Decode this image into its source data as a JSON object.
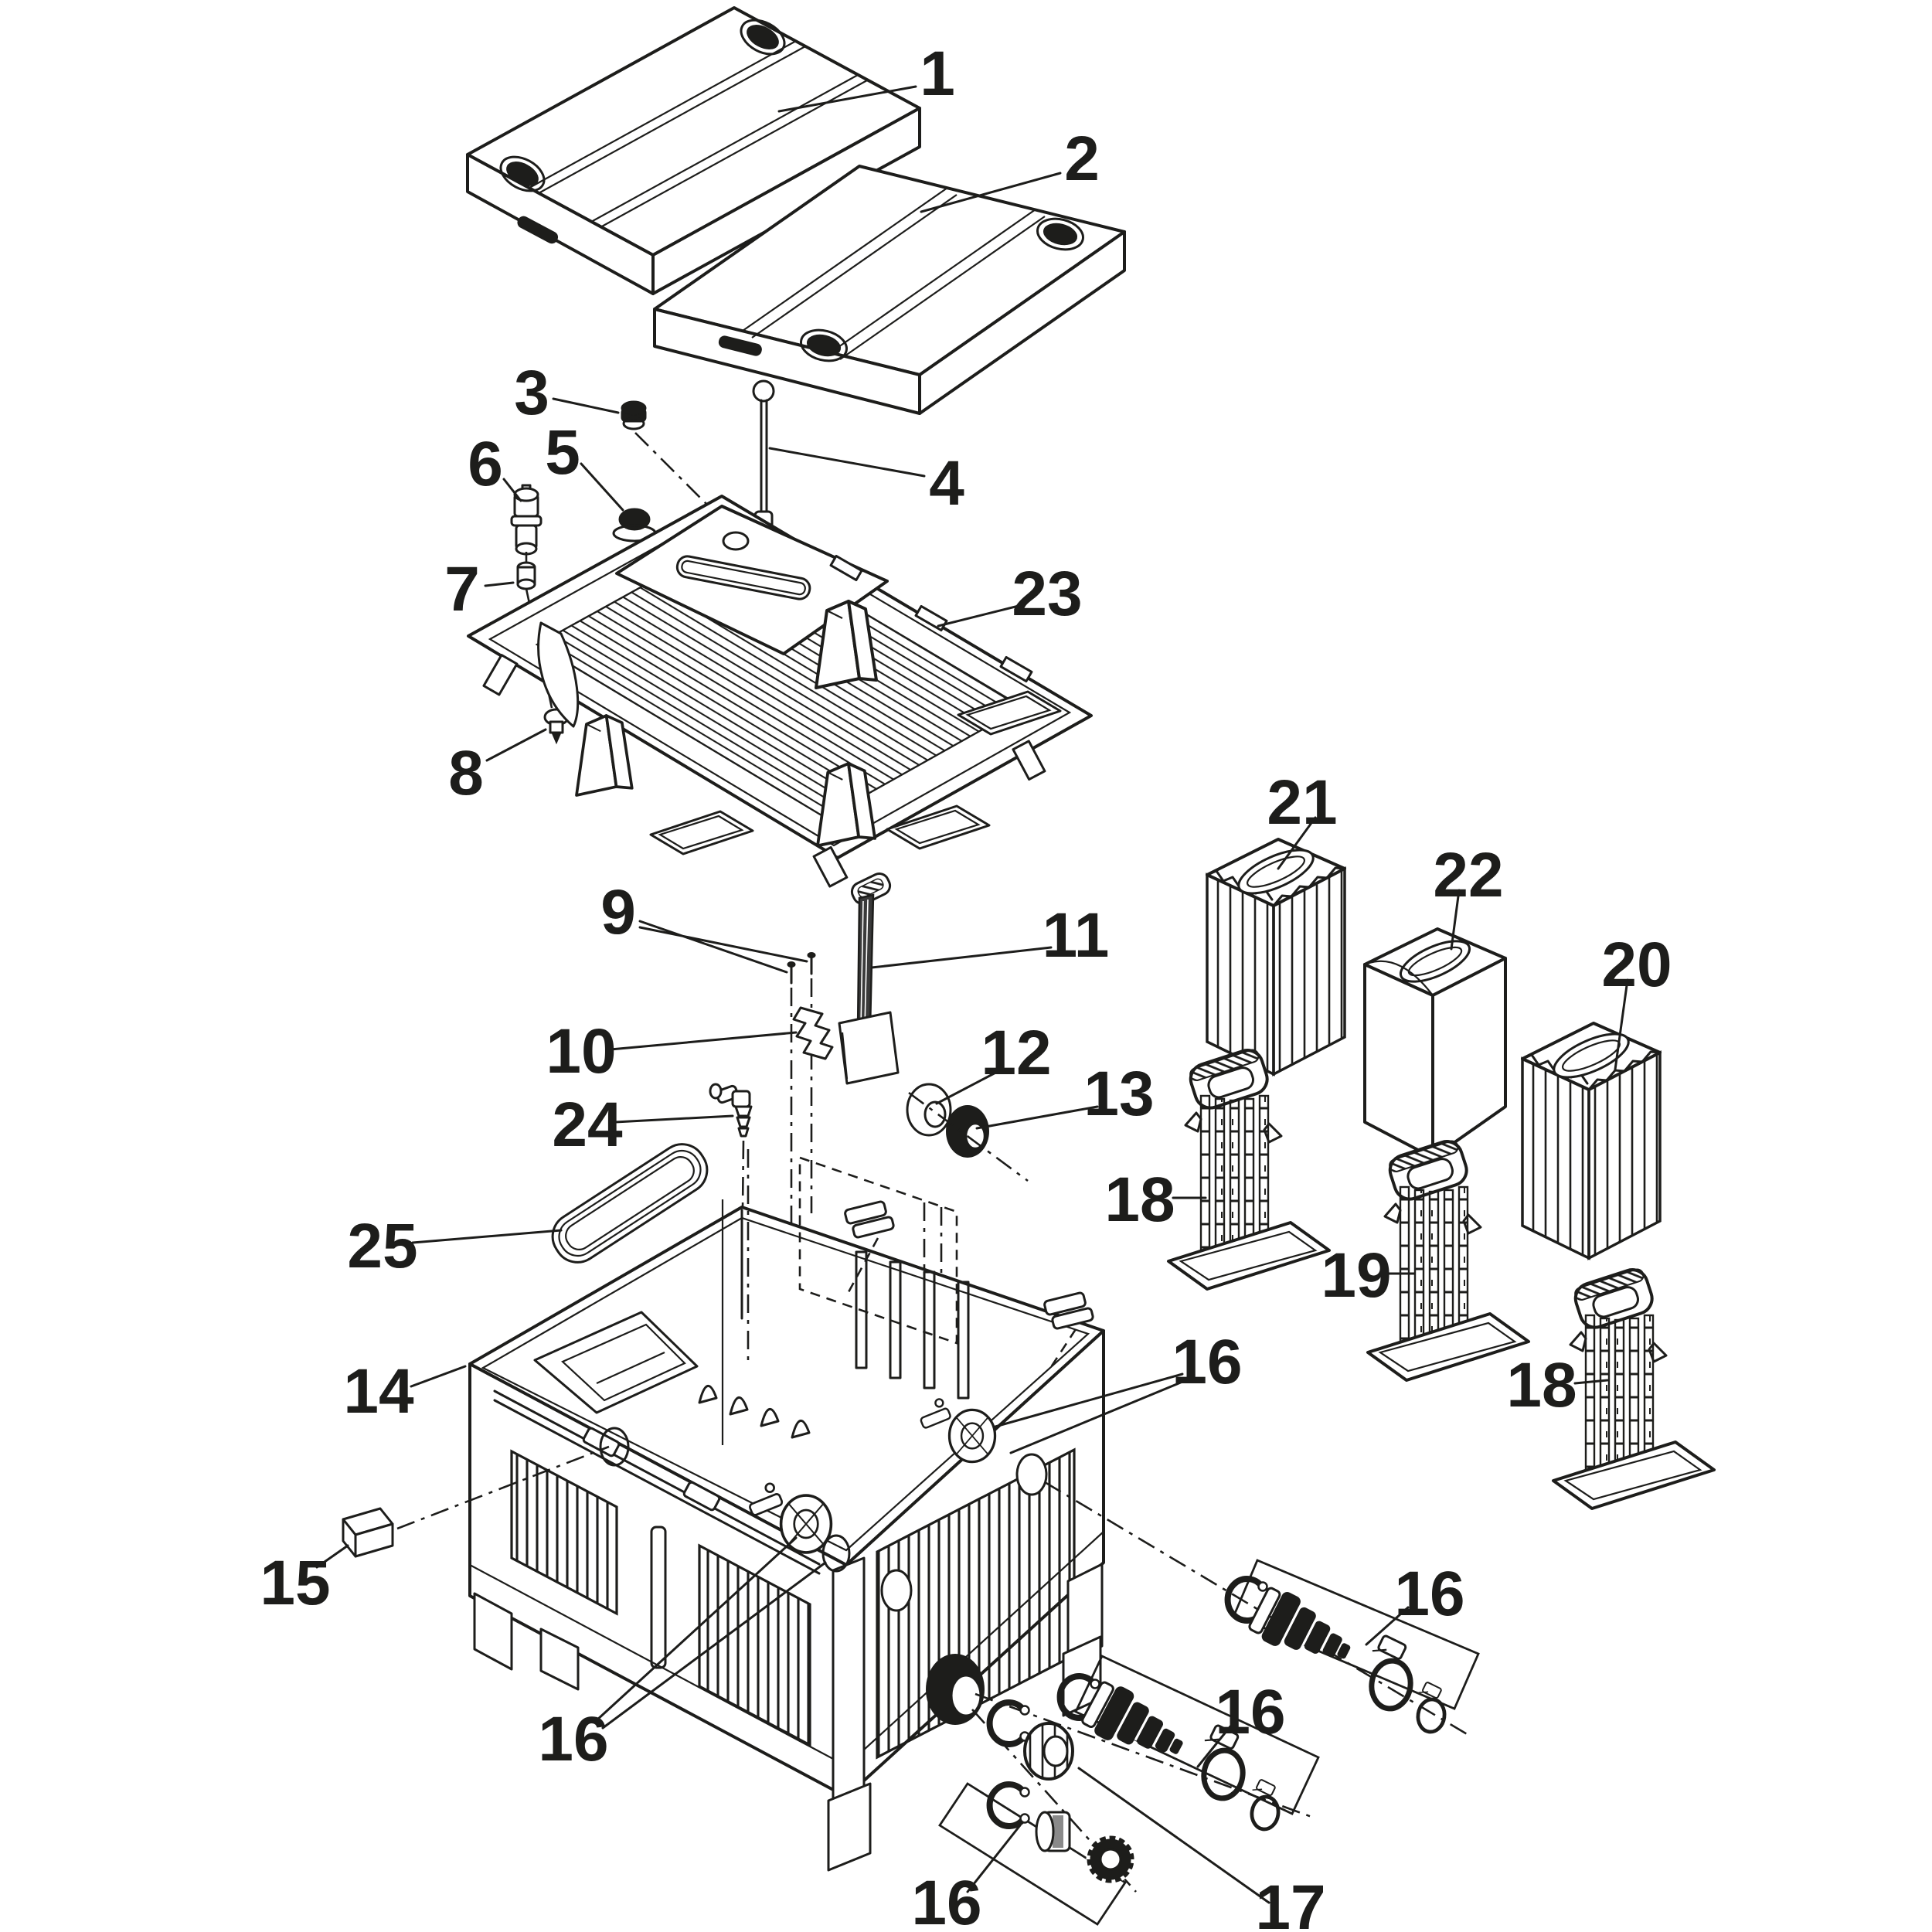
{
  "colors": {
    "ink": "#1d1d1b",
    "paper": "#ffffff",
    "hole_fill": "#111111"
  },
  "labels": [
    {
      "text": "1"
    },
    {
      "text": "2"
    },
    {
      "text": "3"
    },
    {
      "text": "4"
    },
    {
      "text": "5"
    },
    {
      "text": "6"
    },
    {
      "text": "7"
    },
    {
      "text": "8"
    },
    {
      "text": "9"
    },
    {
      "text": "10"
    },
    {
      "text": "11"
    },
    {
      "text": "12"
    },
    {
      "text": "13"
    },
    {
      "text": "14"
    },
    {
      "text": "15"
    },
    {
      "text": "16"
    },
    {
      "text": "16"
    },
    {
      "text": "16"
    },
    {
      "text": "16"
    },
    {
      "text": "16"
    },
    {
      "text": "17"
    },
    {
      "text": "18"
    },
    {
      "text": "18"
    },
    {
      "text": "19"
    },
    {
      "text": "20"
    },
    {
      "text": "21"
    },
    {
      "text": "22"
    },
    {
      "text": "23"
    },
    {
      "text": "24"
    },
    {
      "text": "25"
    }
  ]
}
